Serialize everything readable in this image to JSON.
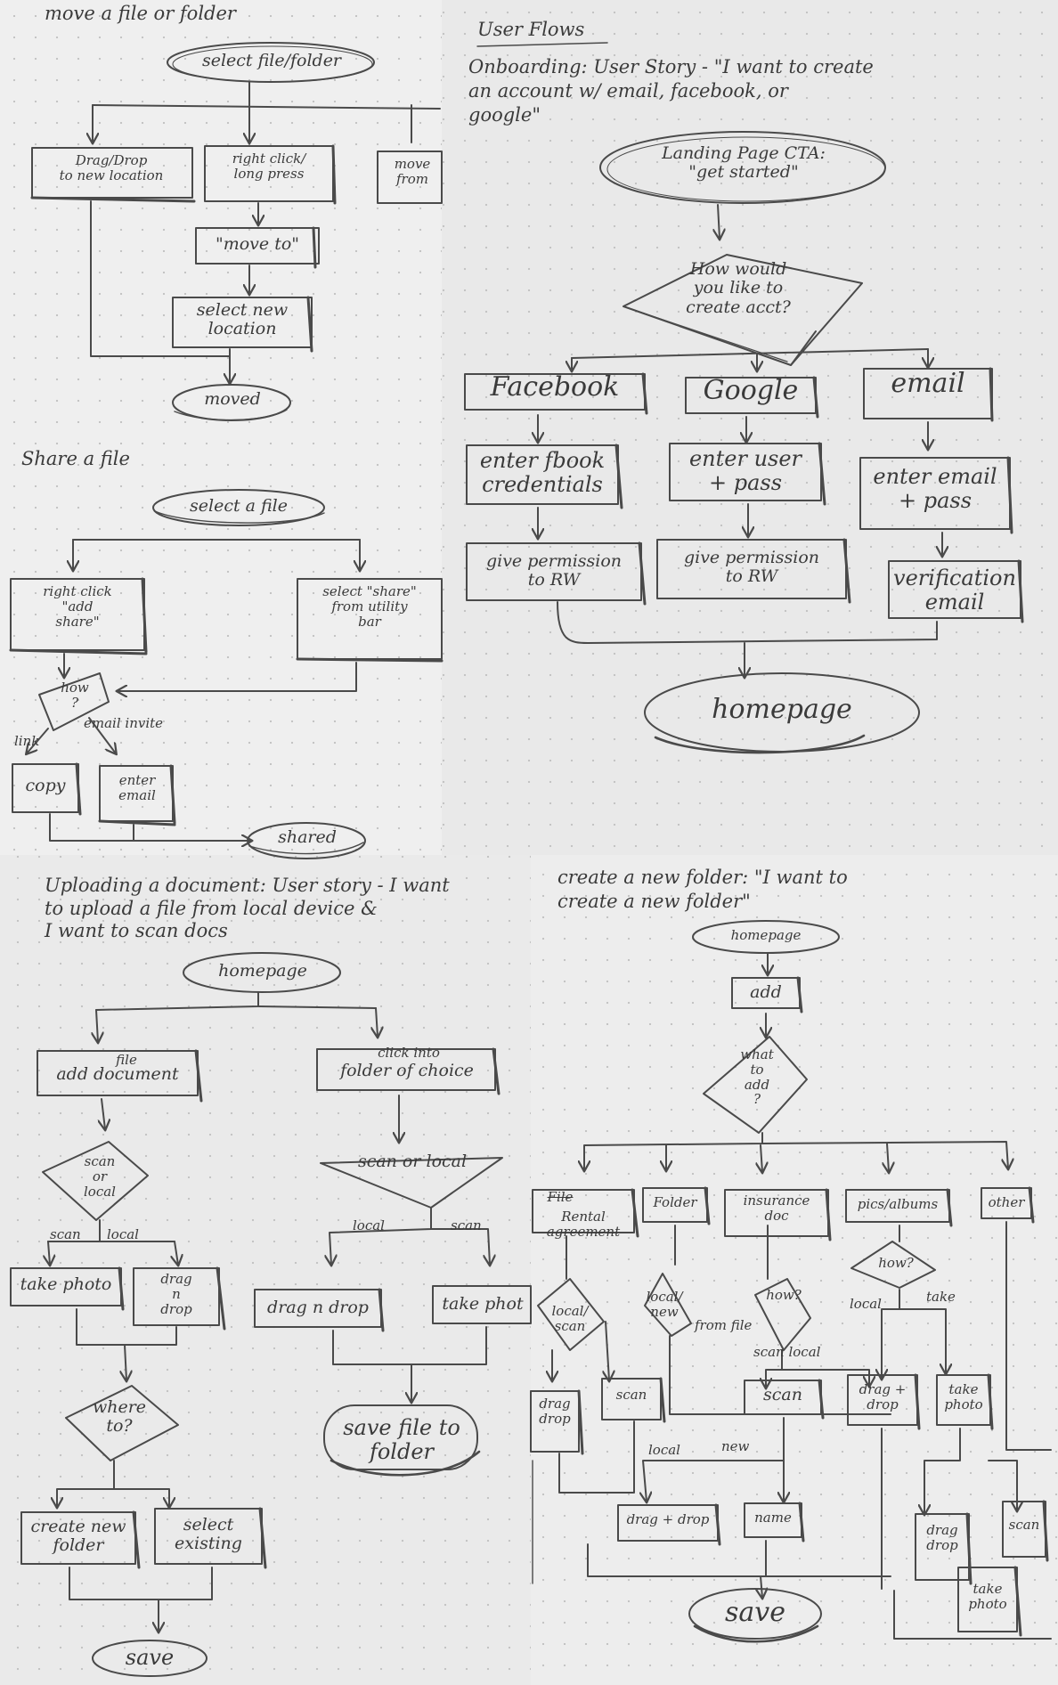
{
  "move": {
    "title": "move a file or folder",
    "select": "select file/folder",
    "drag": "Drag/Drop\nto new location",
    "right_click": "right click/\nlong press",
    "move_from": "move\nfrom",
    "move_to": "\"move to\"",
    "select_loc": "select new\nlocation",
    "done": "moved"
  },
  "share": {
    "title": "Share a file",
    "select": "select a file",
    "right_click": "right click\n\"add\nshare\"",
    "from_bar": "select \"share\"\nfrom utility\nbar",
    "how": "how\n?",
    "link": "link",
    "email_invite": "email invite",
    "copy": "copy",
    "enter_email": "enter\nemail",
    "done": "shared"
  },
  "onboard": {
    "header": "User Flows",
    "story": "Onboarding: User Story - \"I want to create\nan account w/ email, facebook, or\ngoogle\"",
    "landing": "Landing Page CTA:\n\"get started\"",
    "how": "How would\nyou like to\ncreate acct?",
    "facebook": "Facebook",
    "google": "Google",
    "email": "email",
    "fb_cred": "enter fbook\ncredentials",
    "g_pass": "enter user\n+ pass",
    "email_pass": "enter email\n+ pass",
    "fb_perm": "give permission\nto RW",
    "g_perm": "give permission\nto RW",
    "verify": "verification\nemail",
    "homepage": "homepage"
  },
  "upload": {
    "story": "Uploading a document: User story - I want\nto upload a file from local device &\nI want to scan docs",
    "homepage": "homepage",
    "file_caret": "file",
    "add_document": "add document",
    "click_into": "click into",
    "folder_choice": "folder of choice",
    "scan_local_left": "scan\nor\nlocal",
    "scan_left": "scan",
    "local_left": "local",
    "take_photo_left": "take photo",
    "drag_drop_left": "drag\nn\ndrop",
    "where_to": "where\nto?",
    "create_folder": "create new\nfolder",
    "select_existing": "select\nexisting",
    "save_left": "save",
    "scan_local_right": "scan or local",
    "local_right": "local",
    "scan_right": "scan",
    "drag_drop_right": "drag n drop",
    "take_photo_right": "take phot",
    "save_file": "save file to\nfolder"
  },
  "newfolder": {
    "story": "create a new folder: \"I want to\ncreate a new folder\"",
    "homepage": "homepage",
    "add": "add",
    "what": "what\nto\nadd\n?",
    "opt_file": "File",
    "opt_rental": "Rental agreement",
    "opt_folder": "Folder",
    "opt_insurance": "insurance\ndoc",
    "opt_pics": "pics/albums",
    "opt_other": "other",
    "local_scan": "local/\nscan",
    "local_new": "local/\nnew",
    "how_mid": "how?",
    "from_file": "from file",
    "how_right": "how?",
    "local_r": "local",
    "take_r": "take",
    "scan_local": "scan local",
    "drag_drop_a": "drag\ndrop",
    "scan_a": "scan",
    "scan_b": "scan",
    "drag_drop_b": "drag +\ndrop",
    "take_photo_b": "take\nphoto",
    "local_lbl": "local",
    "new_lbl": "new",
    "drag_drop_c": "drag + drop",
    "name": "name",
    "drag_drop_d": "drag\ndrop",
    "scan_d": "scan",
    "take_photo_d": "take\nphoto",
    "save": "save"
  }
}
